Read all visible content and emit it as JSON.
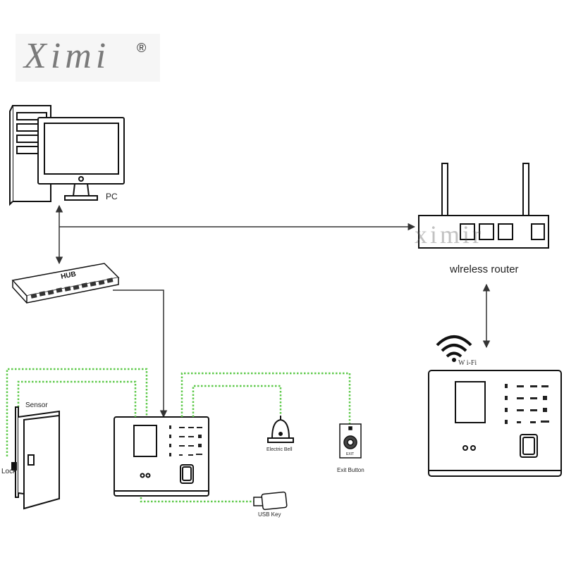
{
  "logo": {
    "text": "Ximi",
    "registered": "®"
  },
  "watermark": "ximir",
  "labels": {
    "pc": "PC",
    "hub": "HUB",
    "router": "wlreless router",
    "wifi": "W i-Fi",
    "sensor": "Sensor",
    "lock": "Lock",
    "electric_bell": "Electric Bell",
    "exit_button": "Exit Button",
    "exit_face": "EXIT",
    "usb_key": "USB Key"
  },
  "colors": {
    "line": "#333333",
    "dotted_wire": "#5ec94a",
    "outline": "#111111"
  }
}
